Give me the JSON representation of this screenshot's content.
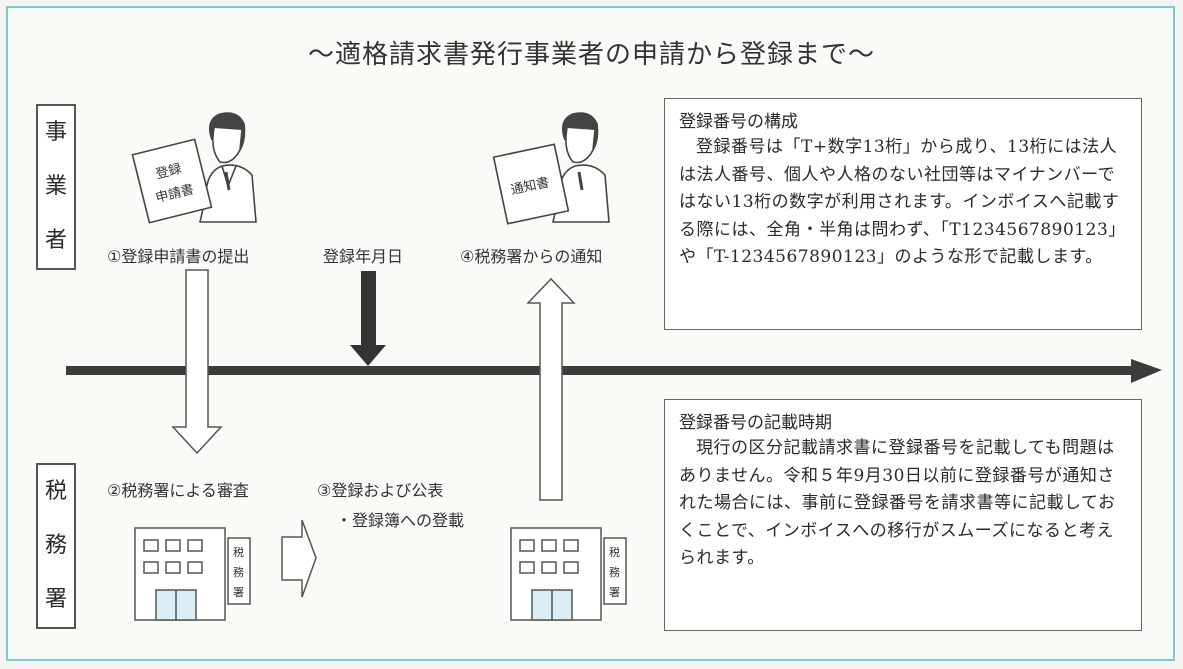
{
  "title": "～適格請求書発行事業者の申請から登録まで～",
  "labels": {
    "business": [
      "事",
      "業",
      "者"
    ],
    "tax_office": [
      "税",
      "務",
      "署"
    ]
  },
  "steps": {
    "step1": "①登録申請書の提出",
    "registration_date": "登録年月日",
    "step4": "④税務署からの通知",
    "step2": "②税務署による審査",
    "step3": "③登録および公表",
    "step3_sub": "・登録簿への登載"
  },
  "illustrations": {
    "doc1_text": [
      "登録",
      "申請書"
    ],
    "doc2_text": [
      "通知書"
    ],
    "building_sign": [
      "税",
      "務",
      "署"
    ]
  },
  "box_top": {
    "heading": "登録番号の構成",
    "body": "登録番号は「T+数字13桁」から成り、13桁には法人は法人番号、個人や人格のない社団等はマイナンバーではない13桁の数字が利用されます。インボイスへ記載する際には、全角・半角は問わず、「T1234567890123」や「T-1234567890123」のような形で記載します。"
  },
  "box_bottom": {
    "heading": "登録番号の記載時期",
    "body": "現行の区分記載請求書に登録番号を記載しても問題はありません。令和５年9月30日以前に登録番号が通知された場合には、事前に登録番号を請求書等に記載しておくことで、インボイスへの移行がスムーズになると考えられます。"
  },
  "colors": {
    "frame": "#7ec8d8",
    "timeline": "#3c3c3c",
    "text": "#2a2a2a"
  }
}
